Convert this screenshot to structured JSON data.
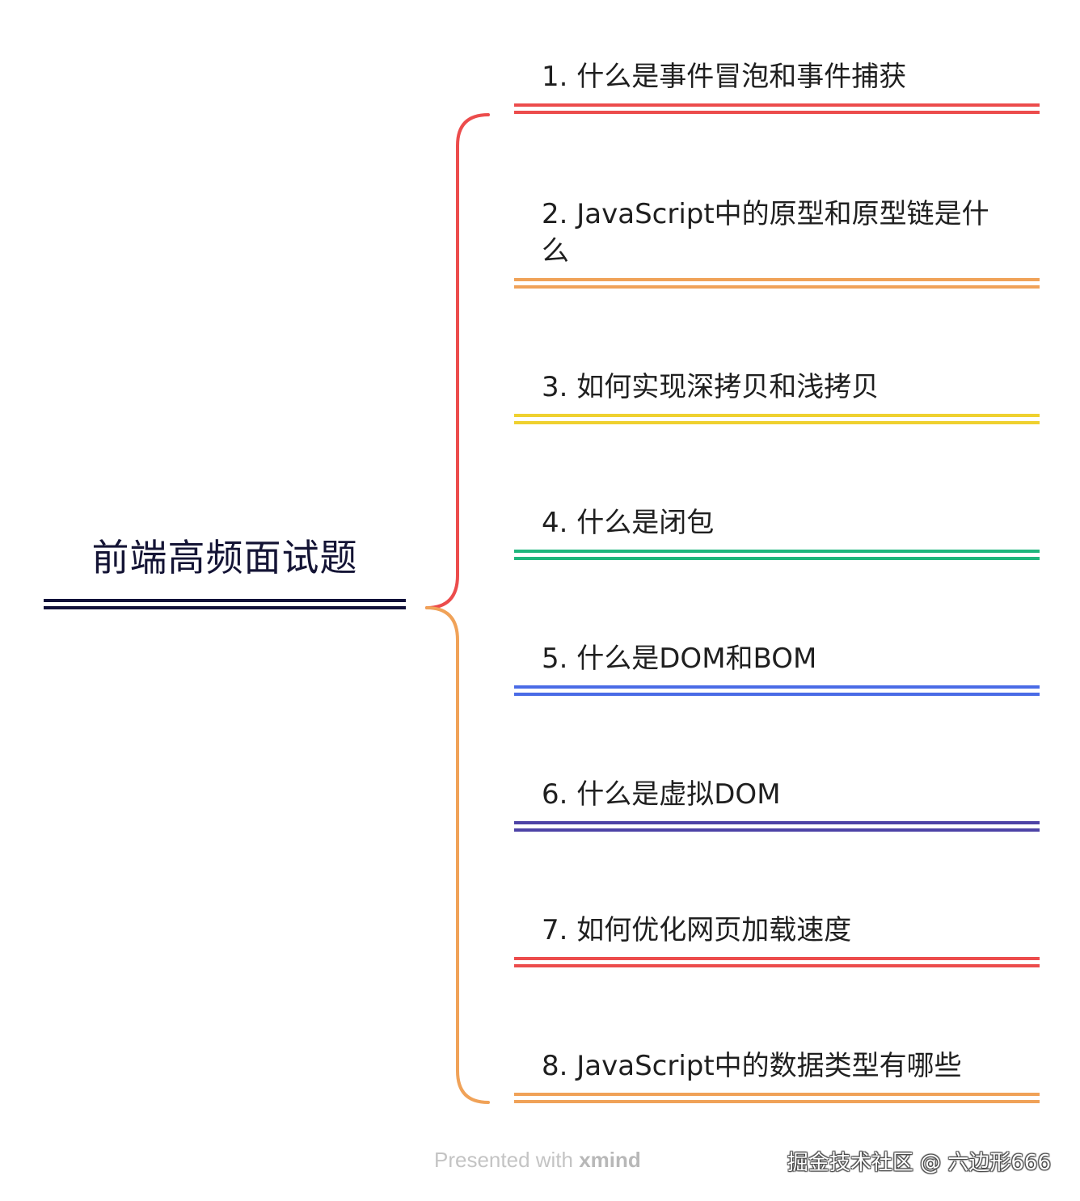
{
  "root": {
    "title": "前端高频面试题",
    "color": "#10103a"
  },
  "branches": [
    {
      "label": "1. 什么是事件冒泡和事件捕获",
      "color": "#ec4c4c"
    },
    {
      "label": "2. JavaScript中的原型和原型链是什么",
      "color": "#f0a258"
    },
    {
      "label": "3. 如何实现深拷贝和浅拷贝",
      "color": "#efd12f"
    },
    {
      "label": "4. 什么是闭包",
      "color": "#1fb67d"
    },
    {
      "label": "5. 什么是DOM和BOM",
      "color": "#4a6be6"
    },
    {
      "label": "6. 什么是虚拟DOM",
      "color": "#4d43a6"
    },
    {
      "label": "7. 如何优化网页加载速度",
      "color": "#ec4c4c"
    },
    {
      "label": "8. JavaScript中的数据类型有哪些",
      "color": "#f0a258"
    }
  ],
  "brace": {
    "upper_color": "#ec4c4c",
    "lower_color": "#f0a258"
  },
  "footer": {
    "presented_prefix": "Presented with ",
    "brand": "xmind",
    "watermark": "掘金技术社区 @ 六边形666"
  }
}
